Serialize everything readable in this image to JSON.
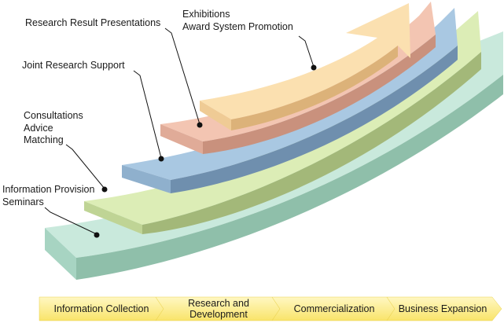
{
  "labels": {
    "exhibitions": "Exhibitions\nAward System Promotion",
    "research_presentations": "Research Result Presentations",
    "joint_research": "Joint Research Support",
    "consultations": "Consultations\nAdvice\nMatching",
    "information": "Information Provision\nSeminars"
  },
  "flow": {
    "stages": [
      "Information Collection",
      "Research and\nDevelopment",
      "Commercialization",
      "Business Expansion"
    ]
  },
  "colors": {
    "layer1_top": "#c9e9dc",
    "layer1_front": "#8fbfaa",
    "layer1_side": "#a7d4c2",
    "layer2_top": "#dcedb6",
    "layer2_front": "#a3b879",
    "layer2_side": "#bfd495",
    "layer3_top": "#a9c8e2",
    "layer3_front": "#6f8fae",
    "layer3_side": "#8fb0cd",
    "layer4_top": "#f3c5b2",
    "layer4_front": "#c9917d",
    "layer4_side": "#e0ab98",
    "layer5_top": "#fbe0b0",
    "layer5_front": "#dcb279",
    "layer5_side": "#efcb95",
    "flow_bar": "#fbe87a",
    "flow_bar_light": "#fff7c2"
  }
}
